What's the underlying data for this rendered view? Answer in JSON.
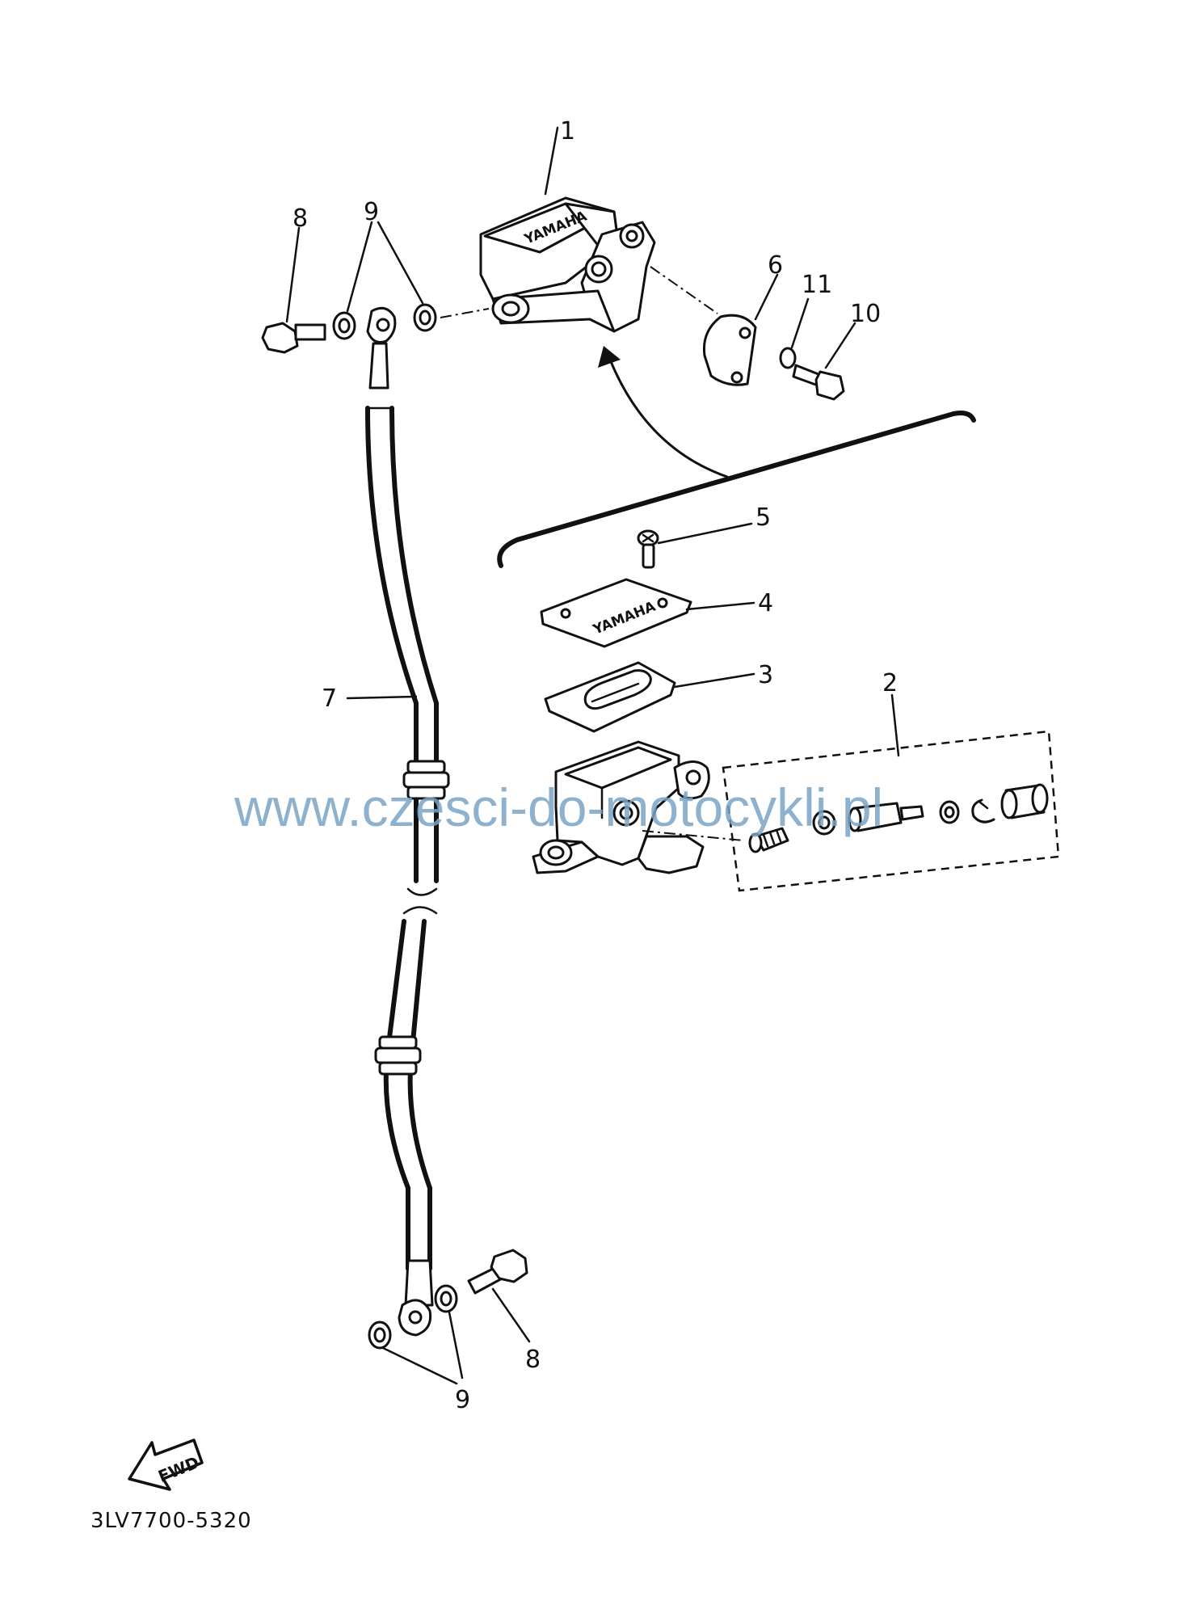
{
  "diagram": {
    "callouts": {
      "c1": "1",
      "c2": "2",
      "c3": "3",
      "c4": "4",
      "c5": "5",
      "c6": "6",
      "c7": "7",
      "c8_top": "8",
      "c8_bottom": "8",
      "c9_top": "9",
      "c9_bottom": "9",
      "c10": "10",
      "c11": "11"
    },
    "reservoir_cap_text": "YAMAHA",
    "cover_text": "YAMAHA",
    "fwd_label": "FWD",
    "part_number": "3LV7700-5320",
    "watermark": "www.czesci-do-motocykli.pl"
  }
}
